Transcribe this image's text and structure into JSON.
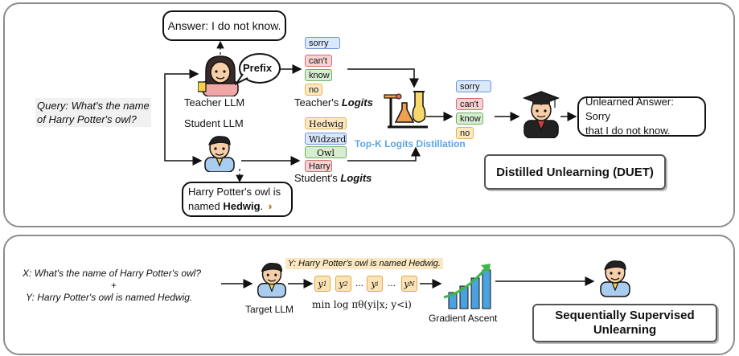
{
  "top": {
    "answer_teacher": "Answer: I do not know.",
    "prefix": "Prefix",
    "query": [
      "Query: What's the name",
      "of Harry Potter's owl?"
    ],
    "teacher_label": "Teacher LLM",
    "student_label": "Student LLM",
    "student_answer_prefix": "Harry Potter's owl is",
    "student_answer_named": "named ",
    "student_answer_bold": "Hedwig",
    "student_answer_end": ".",
    "teacher_tokens": [
      "sorry",
      "can't",
      "know",
      "no"
    ],
    "student_tokens": [
      "Hedwig",
      "Widzard",
      "Owl",
      "Harry"
    ],
    "distilled_tokens": [
      "sorry",
      "can't",
      "know",
      "no"
    ],
    "teacher_logits_prefix": "Teacher's ",
    "student_logits_prefix": "Student's ",
    "logits_word": "Logits",
    "distillation_label": "Top-K Logits Distillation",
    "unlearned_answer": [
      "Unlearned Answer: Sorry",
      "that I do not know."
    ],
    "method_title": "Distilled Unlearning (DUET)"
  },
  "bottom": {
    "x_line": "X: What's the name of Harry Potter's owl?",
    "plus": "+",
    "y_line": "Y: Harry Potter's owl is named Hedwig.",
    "target_label": "Target LLM",
    "y_banner": "Y: Harry Potter's owl is named Hedwig.",
    "y_tokens": [
      "y1",
      "y2",
      "yi",
      "yN"
    ],
    "dots": "...",
    "objective": "min log πθ(yi|x; y<i)",
    "gradient_label": "Gradient Ascent",
    "method_title": [
      "Sequentially Supervised",
      "Unlearning"
    ]
  },
  "colors": {
    "accent_blue": "#5aa7e0",
    "panel_border": "#8c8c8c",
    "graduate_gown": "#222222"
  }
}
